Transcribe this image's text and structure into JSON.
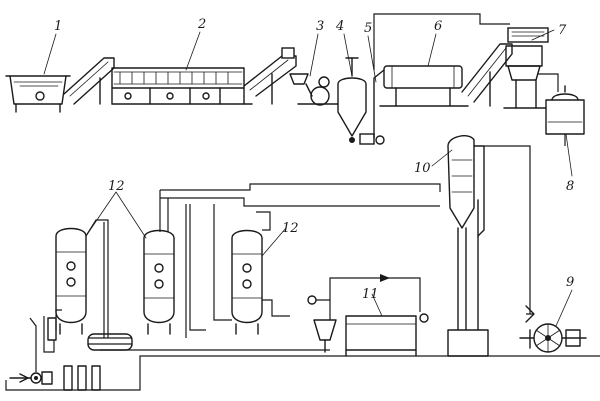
{
  "labels": {
    "l1": "1",
    "l2": "2",
    "l3": "3",
    "l4": "4",
    "l5": "5",
    "l6": "6",
    "l7": "7",
    "l8": "8",
    "l9": "9",
    "l10": "10",
    "l11": "11",
    "l12a": "12",
    "l12b": "12"
  }
}
